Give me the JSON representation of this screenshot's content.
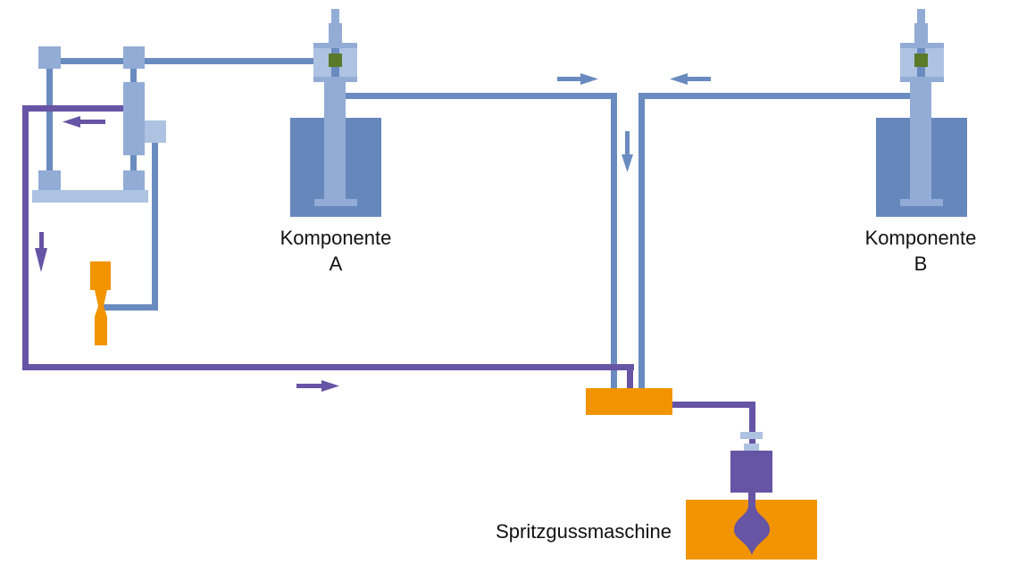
{
  "diagram": {
    "title": "Zweikomponenten-Dosieranlage mit Spritzgussmaschine",
    "labels": {
      "component_a_line1": "Komponente",
      "component_a_line2": "A",
      "component_b_line1": "Komponente",
      "component_b_line2": "B",
      "machine": "Spritzgussmaschine"
    },
    "colors": {
      "pipe_blue": "#6a8bbf",
      "part_light_blue": "#92acd6",
      "part_pale_blue": "#aec3e2",
      "tank_blue": "#6687bc",
      "valve_green": "#5a7a2a",
      "purple": "#6654a4",
      "orange": "#f29400",
      "text": "#111111"
    },
    "flows": [
      {
        "name": "component-a-to-mixer",
        "direction": "right"
      },
      {
        "name": "component-b-to-mixer",
        "direction": "left"
      },
      {
        "name": "mix-down",
        "direction": "down"
      },
      {
        "name": "return-left",
        "direction": "left"
      },
      {
        "name": "return-down",
        "direction": "down"
      },
      {
        "name": "return-right",
        "direction": "right"
      }
    ]
  }
}
